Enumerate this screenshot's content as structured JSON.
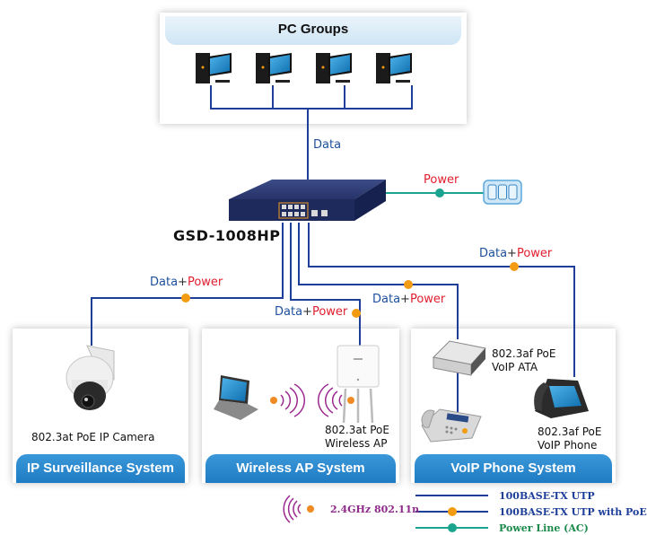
{
  "pc_group": {
    "title": "PC Groups",
    "pc_count": 4
  },
  "uplink_label": "Data",
  "switch": {
    "model": "GSD-1008HP"
  },
  "power_link": {
    "label": "Power",
    "badge": "AC"
  },
  "poe_badge": "PoE",
  "links": [
    {
      "data": "Data",
      "plus": "+",
      "power": "Power"
    },
    {
      "data": "Data",
      "plus": "+",
      "power": "Power"
    },
    {
      "data": "Data",
      "plus": "+",
      "power": "Power"
    },
    {
      "data": "Data",
      "plus": "+",
      "power": "Power"
    }
  ],
  "systems": [
    {
      "title": "IP Surveillance System",
      "devices": [
        {
          "label": "802.3at PoE IP Camera"
        }
      ]
    },
    {
      "title": "Wireless AP System",
      "devices": [
        {
          "label_line1": "802.3at PoE",
          "label_line2": "Wireless AP"
        }
      ]
    },
    {
      "title": "VoIP Phone System",
      "devices": [
        {
          "label_line1": "802.3af PoE",
          "label_line2": "VoIP ATA"
        },
        {
          "label_line1": "802.3af PoE",
          "label_line2": "VoIP Phone"
        }
      ]
    }
  ],
  "wifi_badge": "N",
  "legend": {
    "wireless": "2.4GHz 802.11n",
    "items": [
      {
        "label": "100BASE-TX UTP",
        "badge": ""
      },
      {
        "label": "100BASE-TX UTP with PoE",
        "badge": "PoE"
      },
      {
        "label": "Power Line (AC)",
        "badge": "AC"
      }
    ]
  },
  "colors": {
    "data_line": "#1d3f9a",
    "power_line": "#1aa38f",
    "data_text": "#1d4f9c",
    "power_text": "#e01e2e",
    "poe_badge": "#f39c12",
    "ac_badge": "#1aa38f",
    "system_footer": "#2a88cf",
    "wifi_wave": "#9b2a8e",
    "legend_data_text": "#1d3f9a",
    "legend_power_text": "#1a8a4a",
    "legend_wifi_text": "#8e2a8a"
  }
}
